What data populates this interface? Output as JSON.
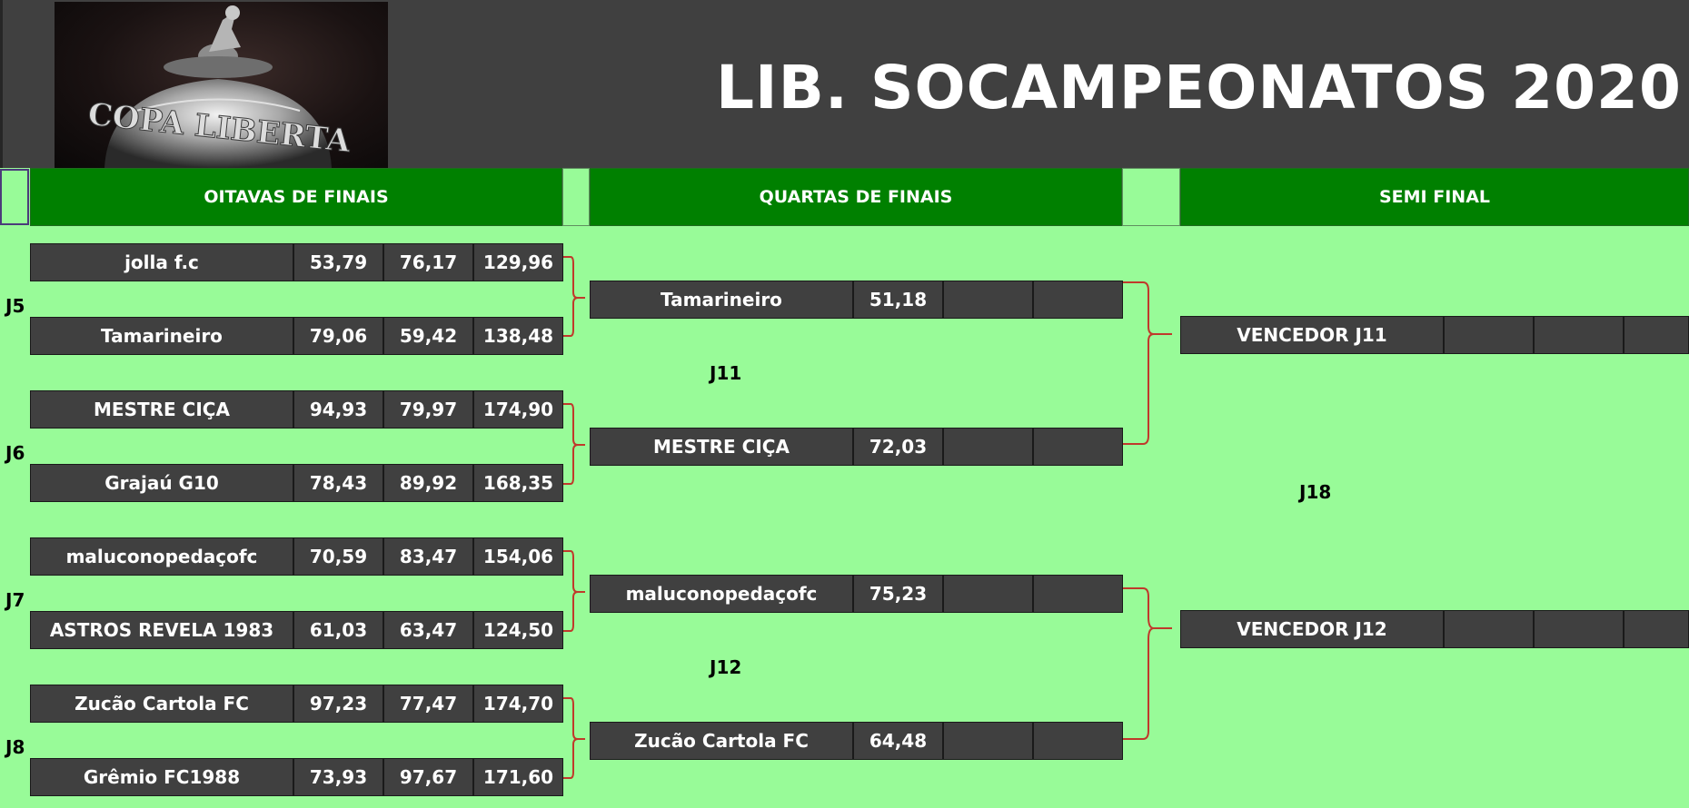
{
  "header": {
    "title": "LIB. SOCAMPEONATOS 2020",
    "logo_text": "COPA LIBERTA"
  },
  "rounds": {
    "oitavas": "OITAVAS DE FINAIS",
    "quartas": "QUARTAS DE FINAIS",
    "semi": "SEMI FINAL"
  },
  "oitavas": {
    "games": [
      {
        "label": "J5",
        "teams": [
          {
            "name": "jolla f.c",
            "s1": "53,79",
            "s2": "76,17",
            "total": "129,96"
          },
          {
            "name": "Tamarineiro",
            "s1": "79,06",
            "s2": "59,42",
            "total": "138,48"
          }
        ]
      },
      {
        "label": "J6",
        "teams": [
          {
            "name": "MESTRE CIÇA",
            "s1": "94,93",
            "s2": "79,97",
            "total": "174,90"
          },
          {
            "name": "Grajaú G10",
            "s1": "78,43",
            "s2": "89,92",
            "total": "168,35"
          }
        ]
      },
      {
        "label": "J7",
        "teams": [
          {
            "name": "maluconopedaçofc",
            "s1": "70,59",
            "s2": "83,47",
            "total": "154,06"
          },
          {
            "name": "ASTROS REVELA 1983",
            "s1": "61,03",
            "s2": "63,47",
            "total": "124,50"
          }
        ]
      },
      {
        "label": "J8",
        "teams": [
          {
            "name": "Zucão Cartola FC",
            "s1": "97,23",
            "s2": "77,47",
            "total": "174,70"
          },
          {
            "name": "Grêmio FC1988",
            "s1": "73,93",
            "s2": "97,67",
            "total": "171,60"
          }
        ]
      }
    ]
  },
  "quartas": {
    "games": [
      {
        "label": "J11",
        "teams": [
          {
            "name": "Tamarineiro",
            "s1": "51,18",
            "s2": "",
            "total": ""
          },
          {
            "name": "MESTRE CIÇA",
            "s1": "72,03",
            "s2": "",
            "total": ""
          }
        ]
      },
      {
        "label": "J12",
        "teams": [
          {
            "name": "maluconopedaçofc",
            "s1": "75,23",
            "s2": "",
            "total": ""
          },
          {
            "name": "Zucão Cartola FC",
            "s1": "64,48",
            "s2": "",
            "total": ""
          }
        ]
      }
    ]
  },
  "semi": {
    "label": "J18",
    "teams": [
      {
        "name": "VENCEDOR J11",
        "s1": "",
        "s2": "",
        "total": ""
      },
      {
        "name": "VENCEDOR J12",
        "s1": "",
        "s2": "",
        "total": ""
      }
    ]
  },
  "colors": {
    "background": "#98fb98",
    "banner": "#404040",
    "header_band": "#008000",
    "cell": "#404040",
    "connector": "#c0392b"
  }
}
